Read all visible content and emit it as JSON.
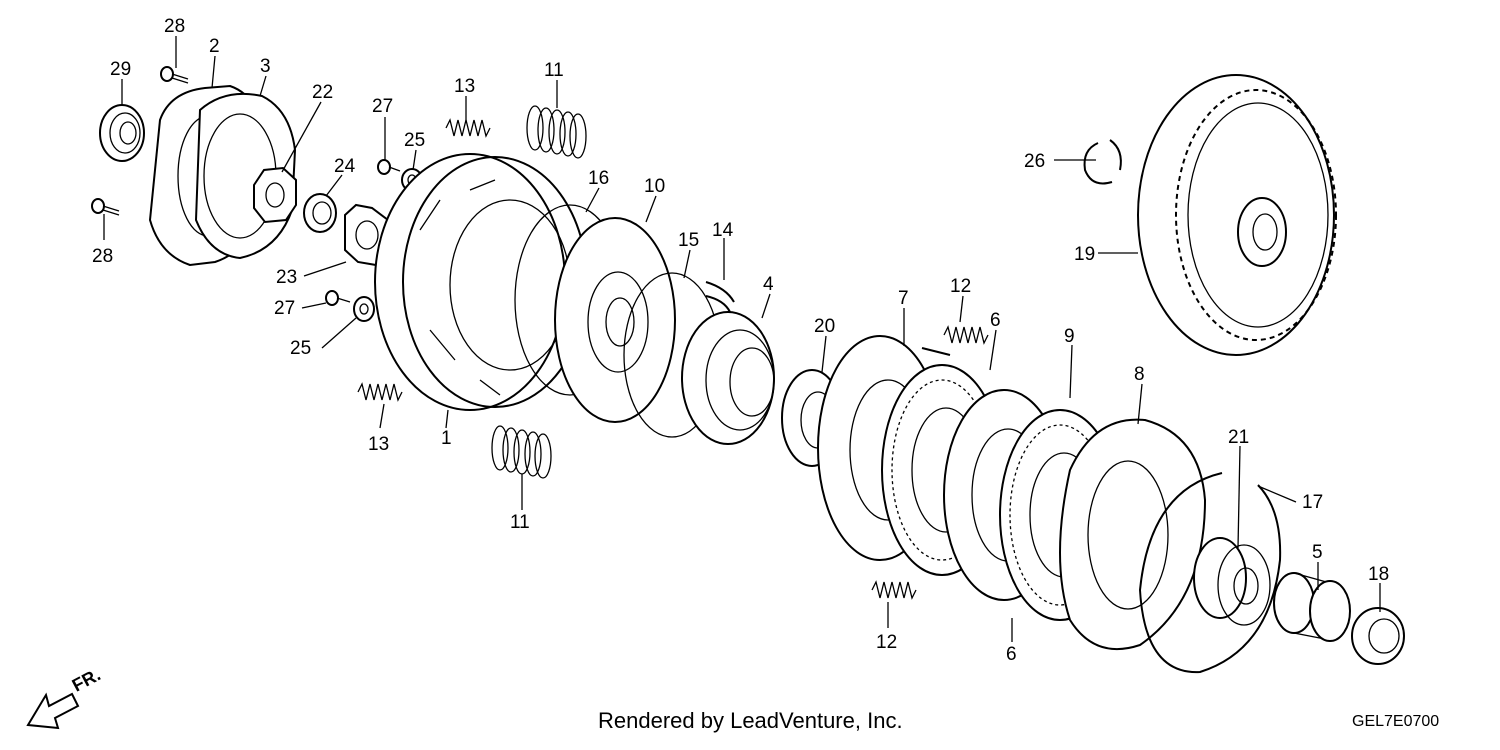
{
  "diagram": {
    "direction_label": "FR.",
    "credit": "Rendered by LeadVenture, Inc.",
    "code": "GEL7E0700",
    "callouts": [
      {
        "id": "c1",
        "text": "1"
      },
      {
        "id": "c2",
        "text": "2"
      },
      {
        "id": "c3",
        "text": "3"
      },
      {
        "id": "c4",
        "text": "4"
      },
      {
        "id": "c5",
        "text": "5"
      },
      {
        "id": "c6a",
        "text": "6"
      },
      {
        "id": "c6b",
        "text": "6"
      },
      {
        "id": "c7",
        "text": "7"
      },
      {
        "id": "c8",
        "text": "8"
      },
      {
        "id": "c9",
        "text": "9"
      },
      {
        "id": "c10",
        "text": "10"
      },
      {
        "id": "c11a",
        "text": "11"
      },
      {
        "id": "c11b",
        "text": "11"
      },
      {
        "id": "c12a",
        "text": "12"
      },
      {
        "id": "c12b",
        "text": "12"
      },
      {
        "id": "c13a",
        "text": "13"
      },
      {
        "id": "c13b",
        "text": "13"
      },
      {
        "id": "c14",
        "text": "14"
      },
      {
        "id": "c15",
        "text": "15"
      },
      {
        "id": "c16",
        "text": "16"
      },
      {
        "id": "c17",
        "text": "17"
      },
      {
        "id": "c18",
        "text": "18"
      },
      {
        "id": "c19",
        "text": "19"
      },
      {
        "id": "c20",
        "text": "20"
      },
      {
        "id": "c21",
        "text": "21"
      },
      {
        "id": "c22",
        "text": "22"
      },
      {
        "id": "c23",
        "text": "23"
      },
      {
        "id": "c24",
        "text": "24"
      },
      {
        "id": "c25a",
        "text": "25"
      },
      {
        "id": "c25b",
        "text": "25"
      },
      {
        "id": "c26",
        "text": "26"
      },
      {
        "id": "c27a",
        "text": "27"
      },
      {
        "id": "c27b",
        "text": "27"
      },
      {
        "id": "c28a",
        "text": "28"
      },
      {
        "id": "c28b",
        "text": "28"
      },
      {
        "id": "c29",
        "text": "29"
      }
    ]
  }
}
